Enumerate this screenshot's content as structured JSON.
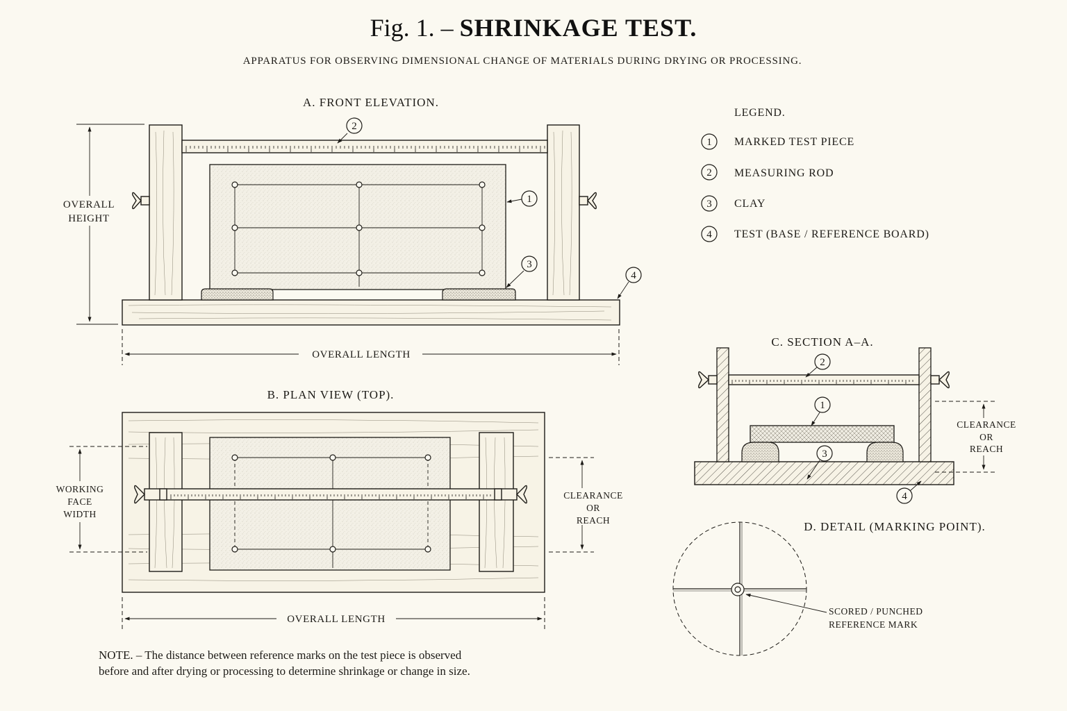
{
  "figure": {
    "title_prefix": "Fig. 1. –",
    "title_main": "SHRINKAGE TEST.",
    "subtitle": "APPARATUS FOR OBSERVING DIMENSIONAL CHANGE OF MATERIALS DURING DRYING OR PROCESSING."
  },
  "views": {
    "front": {
      "title": "A. FRONT ELEVATION.",
      "height_label": [
        "OVERALL",
        "HEIGHT"
      ],
      "length_label": "OVERALL LENGTH"
    },
    "plan": {
      "title": "B. PLAN VIEW (TOP).",
      "width_label": [
        "WORKING",
        "FACE",
        "WIDTH"
      ],
      "clearance_label": [
        "CLEARANCE",
        "OR",
        "REACH"
      ],
      "length_label": "OVERALL LENGTH"
    },
    "section": {
      "title": "C. SECTION A–A.",
      "clearance_label": [
        "CLEARANCE",
        "OR",
        "REACH"
      ]
    },
    "detail": {
      "title": "D. DETAIL (MARKING POINT).",
      "mark_label": [
        "SCORED / PUNCHED",
        "REFERENCE MARK"
      ]
    }
  },
  "legend": {
    "title": "LEGEND.",
    "items": [
      {
        "num": "1",
        "label": "MARKED TEST PIECE"
      },
      {
        "num": "2",
        "label": "MEASURING ROD"
      },
      {
        "num": "3",
        "label": "CLAY"
      },
      {
        "num": "4",
        "label": "TEST (BASE / REFERENCE BOARD)"
      }
    ]
  },
  "callouts": {
    "one": "1",
    "two": "2",
    "three": "3",
    "four": "4"
  },
  "note": {
    "line1": "NOTE. – The distance between reference marks on the test piece is observed",
    "line2": "before and after drying or processing to determine shrinkage or change in size."
  }
}
